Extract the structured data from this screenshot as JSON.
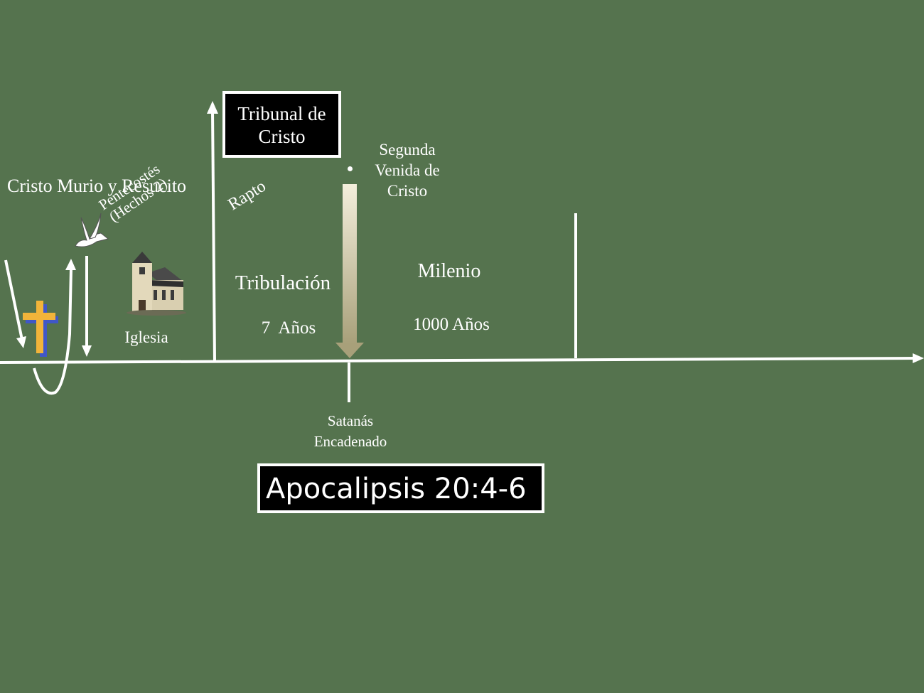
{
  "labels": {
    "cristo": "Cristo Murio y Resucito",
    "pentecostes_line1": "Pentecostés",
    "pentecostes_line2": "(Hechos 2)",
    "iglesia": "Iglesia",
    "rapto": "Rapto",
    "tribunal_line1": "Tribunal de",
    "tribunal_line2": "Cristo",
    "segunda_venida": "Segunda Venida de Cristo",
    "tribulacion": "Tribulación",
    "tribulacion_years": "7  Años",
    "milenio": "Milenio",
    "milenio_years": "1000 Años",
    "satanas_line1": "Satanás",
    "satanas_line2": "Encadenado",
    "reference": "Apocalipsis 20:4-6"
  },
  "colors": {
    "background": "#55734e",
    "lines": "#ffffff",
    "box_fill": "#000000",
    "cross": "#f2b43a",
    "cross_shadow": "#4057c8"
  },
  "icons": [
    "cross-icon",
    "dove-icon",
    "church-icon"
  ]
}
